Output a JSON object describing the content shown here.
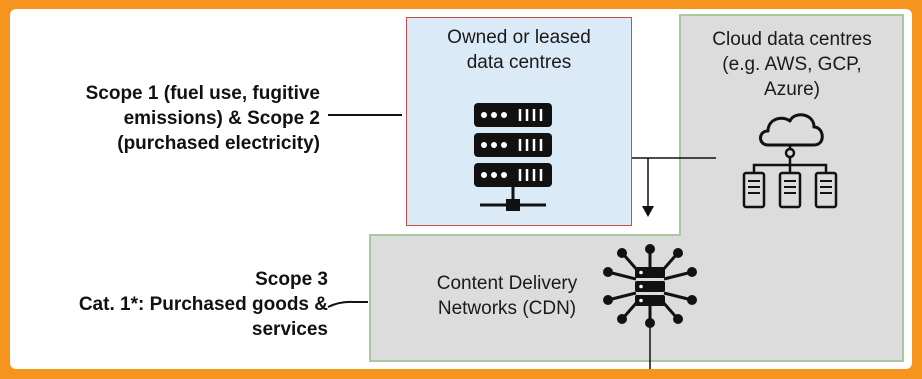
{
  "scope12": {
    "line1": "Scope 1 (fuel use, fugitive",
    "line2": "emissions) & Scope  2",
    "line3": "(purchased electricity)"
  },
  "scope3": {
    "line1": "Scope 3",
    "line2": "Cat. 1*: Purchased goods &",
    "line3": "services"
  },
  "owned": {
    "line1": "Owned or leased",
    "line2": "data centres"
  },
  "cloud": {
    "line1": "Cloud data centres",
    "line2": "(e.g. AWS, GCP,",
    "line3": "Azure)"
  },
  "cdn": {
    "line1": "Content Delivery",
    "line2": "Networks (CDN)"
  },
  "colors": {
    "frame": "#f7941d",
    "owned_fill": "#dbeaf7",
    "owned_border": "#c0504d",
    "grey_fill": "#dcdcdc",
    "grey_border": "#a8c8a0"
  },
  "icons": [
    "server-rack-icon",
    "cloud-network-icon",
    "cdn-hub-icon"
  ]
}
